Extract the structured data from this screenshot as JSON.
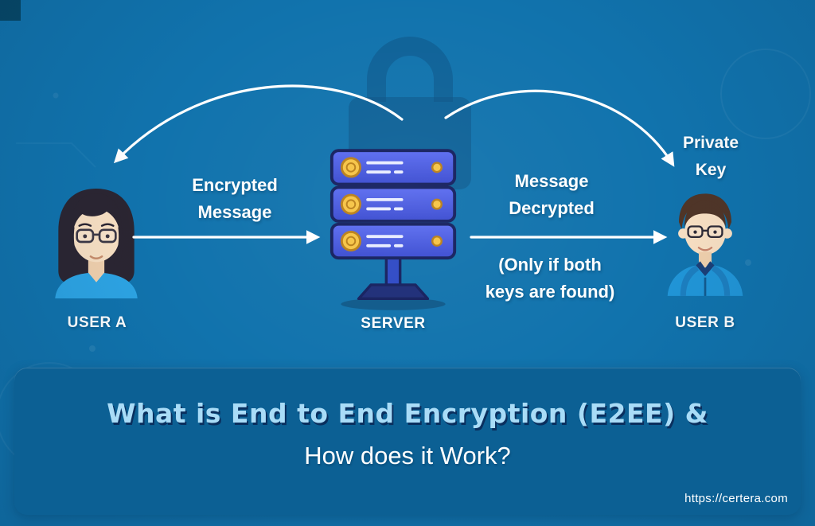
{
  "colors": {
    "background": "#1173ad",
    "banner_background": "#0c6094",
    "title_accent": "#a9dcf7",
    "text_white": "#ffffff",
    "server_body": "#4356d8",
    "server_outline": "#141f5e",
    "coin_yellow": "#f6c445",
    "hoodie_blue": "#2196d8",
    "shirt_blue": "#2da4e4"
  },
  "entities": {
    "user_a": {
      "label": "USER A"
    },
    "server": {
      "label": "SERVER"
    },
    "user_b": {
      "label": "USER B"
    }
  },
  "annotations": {
    "encrypted": {
      "line1": "Encrypted",
      "line2": "Message"
    },
    "decrypted": {
      "line1": "Message",
      "line2": "Decrypted"
    },
    "condition": {
      "line1": "(Only if both",
      "line2": "keys are found)"
    },
    "private_key": {
      "line1": "Private",
      "line2": "Key"
    }
  },
  "banner": {
    "title_line1": "What is End to End Encryption (E2EE) &",
    "title_line2": "How does it Work?",
    "url": "https://certera.com"
  }
}
